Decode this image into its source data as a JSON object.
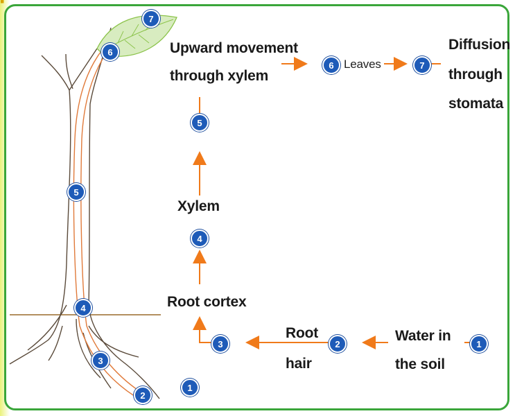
{
  "steps": {
    "s1": "1",
    "s2": "2",
    "s3": "3",
    "s4": "4",
    "s5": "5",
    "s6": "6",
    "s7": "7"
  },
  "labels": {
    "water_line1": "Water in",
    "water_line2": "the soil",
    "root_hair_line1": "Root",
    "root_hair_line2": "hair",
    "root_cortex": "Root cortex",
    "xylem": "Xylem",
    "upward_line1": "Upward movement",
    "upward_line2": "through xylem",
    "leaves": "Leaves",
    "diffusion_line1": "Diffusion",
    "diffusion_line2": "through",
    "diffusion_line3": "stomata"
  },
  "colors": {
    "frame": "#3aa63a",
    "badge": "#1e5bb8",
    "arrow": "#f07a1a",
    "plant_outline": "#5a4a3a",
    "xylem_path": "#e07a3a",
    "leaf": "#8bc34a",
    "ground_line": "#9a6a2a"
  }
}
